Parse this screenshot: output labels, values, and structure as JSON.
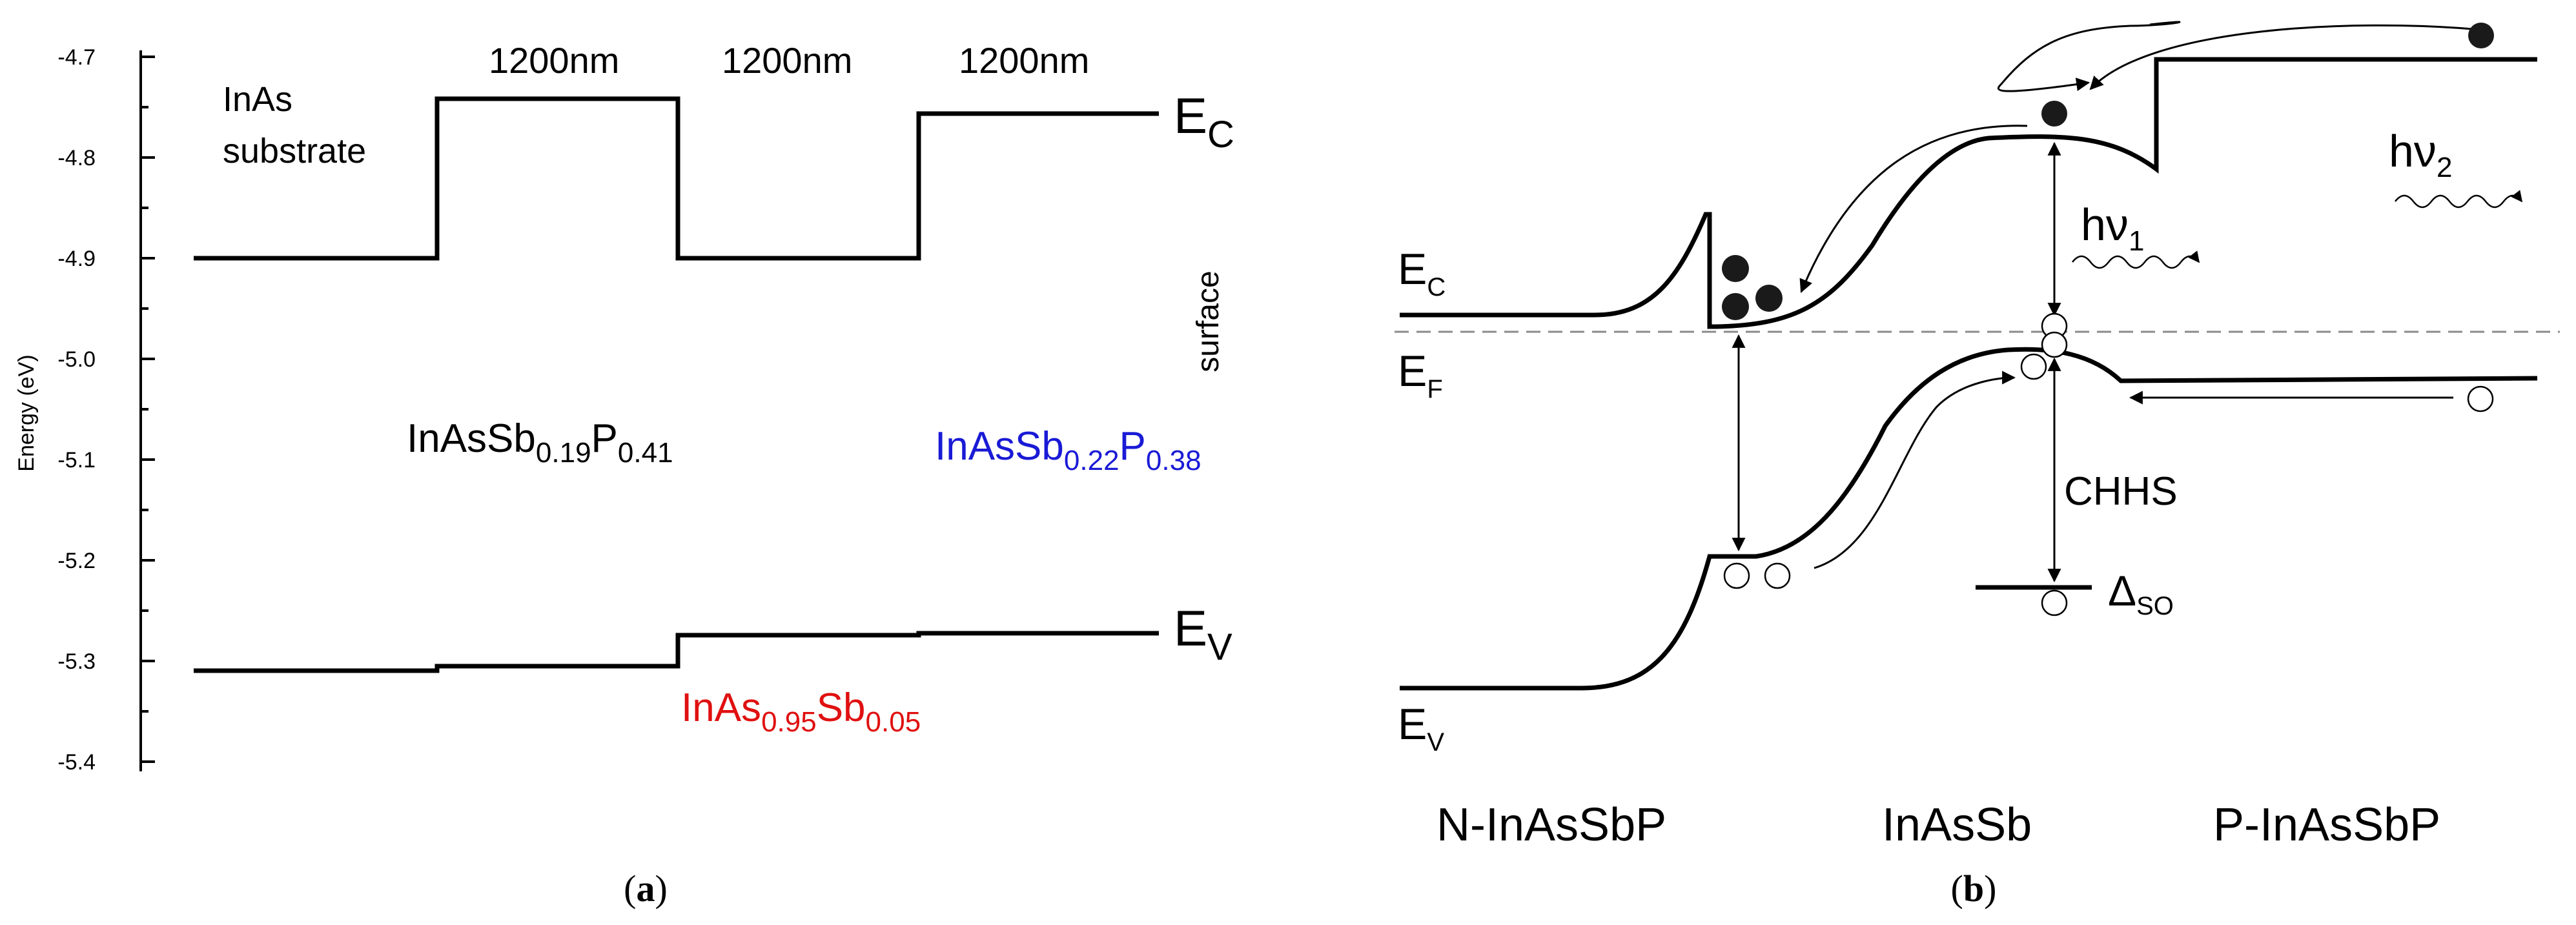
{
  "panel_a": {
    "caption_label": "a",
    "ylabel": "Energy (eV)",
    "yticks": [
      "-4.7",
      "-4.8",
      "-4.9",
      "-5.0",
      "-5.1",
      "-5.2",
      "-5.3",
      "-5.4"
    ],
    "layer_widths": [
      "1200nm",
      "1200nm",
      "1200nm"
    ],
    "substrate_line1": "InAs",
    "substrate_line2": "substrate",
    "surface": "surface",
    "ec_main": "E",
    "ec_sub": "C",
    "ev_main": "E",
    "ev_sub": "V",
    "barrier1": {
      "base1": "InAsSb",
      "sub1": "0.19",
      "base2": "P",
      "sub2": "0.41",
      "color": "#000000"
    },
    "barrier2": {
      "base1": "InAsSb",
      "sub1": "0.22",
      "base2": "P",
      "sub2": "0.38",
      "color": "#1a1ad6"
    },
    "well": {
      "base1": "InAs",
      "sub1": "0.95",
      "base2": "Sb",
      "sub2": "0.05",
      "color": "#e01010"
    }
  },
  "panel_b": {
    "caption_label": "b",
    "ec_main": "E",
    "ec_sub": "C",
    "ef_main": "E",
    "ef_sub": "F",
    "ev_main": "E",
    "ev_sub": "V",
    "hv1_main": "hν",
    "hv1_sub": "1",
    "hv2_main": "hν",
    "hv2_sub": "2",
    "chhs": "CHHS",
    "delta_main": "Δ",
    "delta_sub": "SO",
    "regions": [
      "N-InAsSbP",
      "InAsSb",
      "P-InAsSbP"
    ]
  }
}
